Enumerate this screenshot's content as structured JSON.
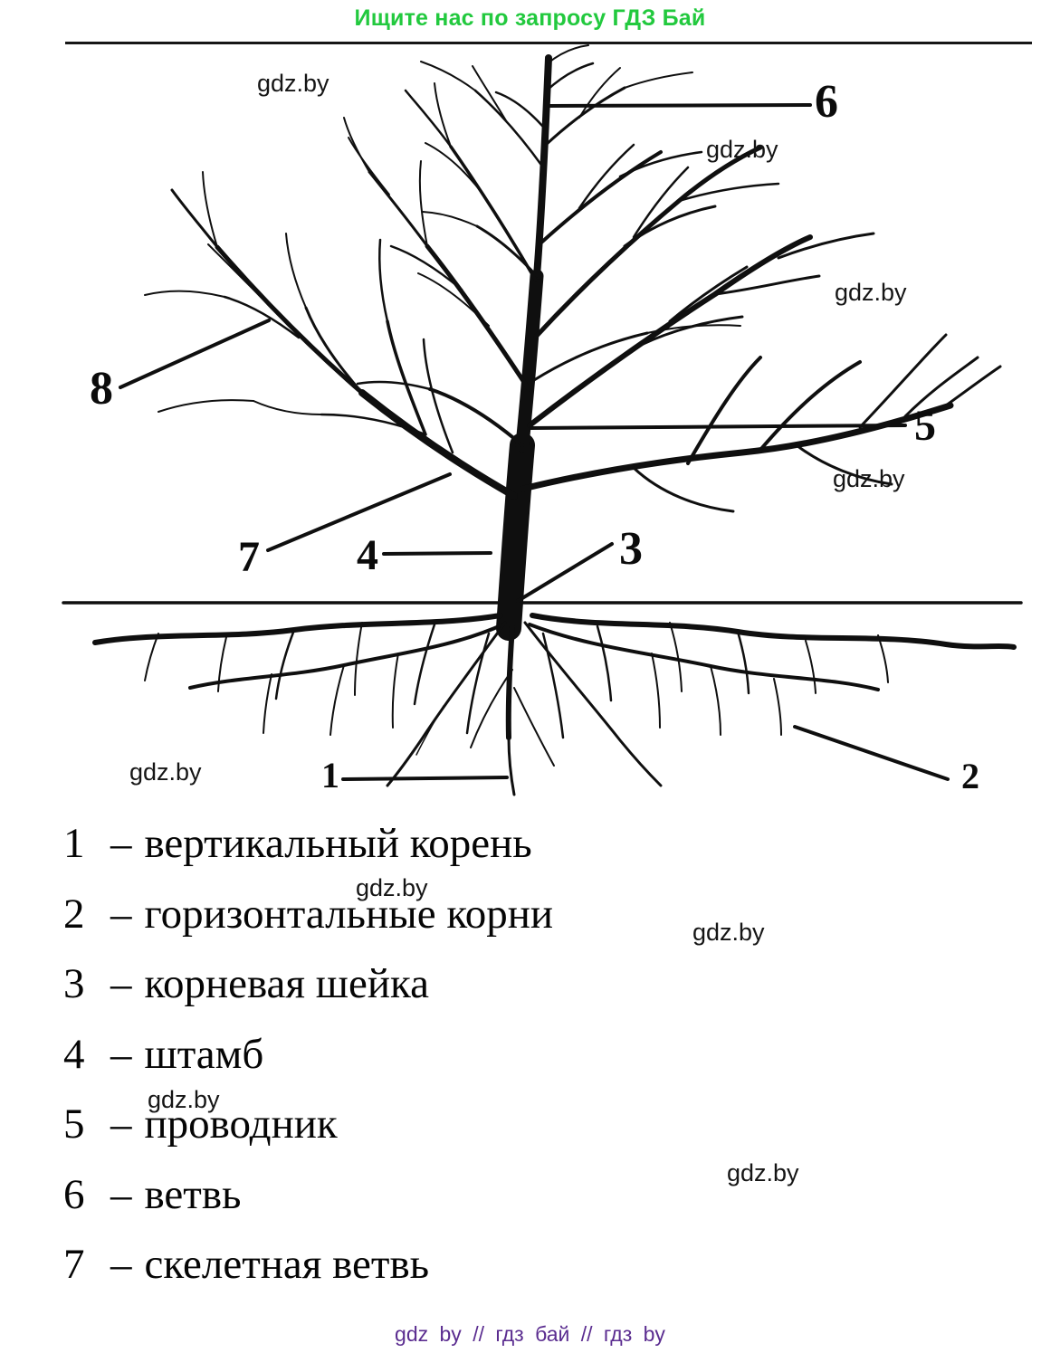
{
  "header": {
    "promo": "Ищите нас по запросу ГДЗ Бай"
  },
  "watermarks": {
    "text": "gdz.by"
  },
  "diagram": {
    "labels": [
      {
        "num": "1"
      },
      {
        "num": "2"
      },
      {
        "num": "3"
      },
      {
        "num": "4"
      },
      {
        "num": "5"
      },
      {
        "num": "6"
      },
      {
        "num": "7"
      },
      {
        "num": "8"
      }
    ]
  },
  "legend": {
    "separator": "–",
    "items": [
      {
        "num": "1",
        "text": "вертикальный корень"
      },
      {
        "num": "2",
        "text": "горизонтальные корни"
      },
      {
        "num": "3",
        "text": "корневая шейка"
      },
      {
        "num": "4",
        "text": "штамб"
      },
      {
        "num": "5",
        "text": "проводник"
      },
      {
        "num": "6",
        "text": "ветвь"
      },
      {
        "num": "7",
        "text": "скелетная ветвь"
      }
    ]
  },
  "footer": {
    "text": "gdz by  //  гдз бай  //  гдз by"
  },
  "colors": {
    "promo_green": "#22c93e",
    "footer_purple": "#5b2d90",
    "ink": "#0f0f0f"
  }
}
